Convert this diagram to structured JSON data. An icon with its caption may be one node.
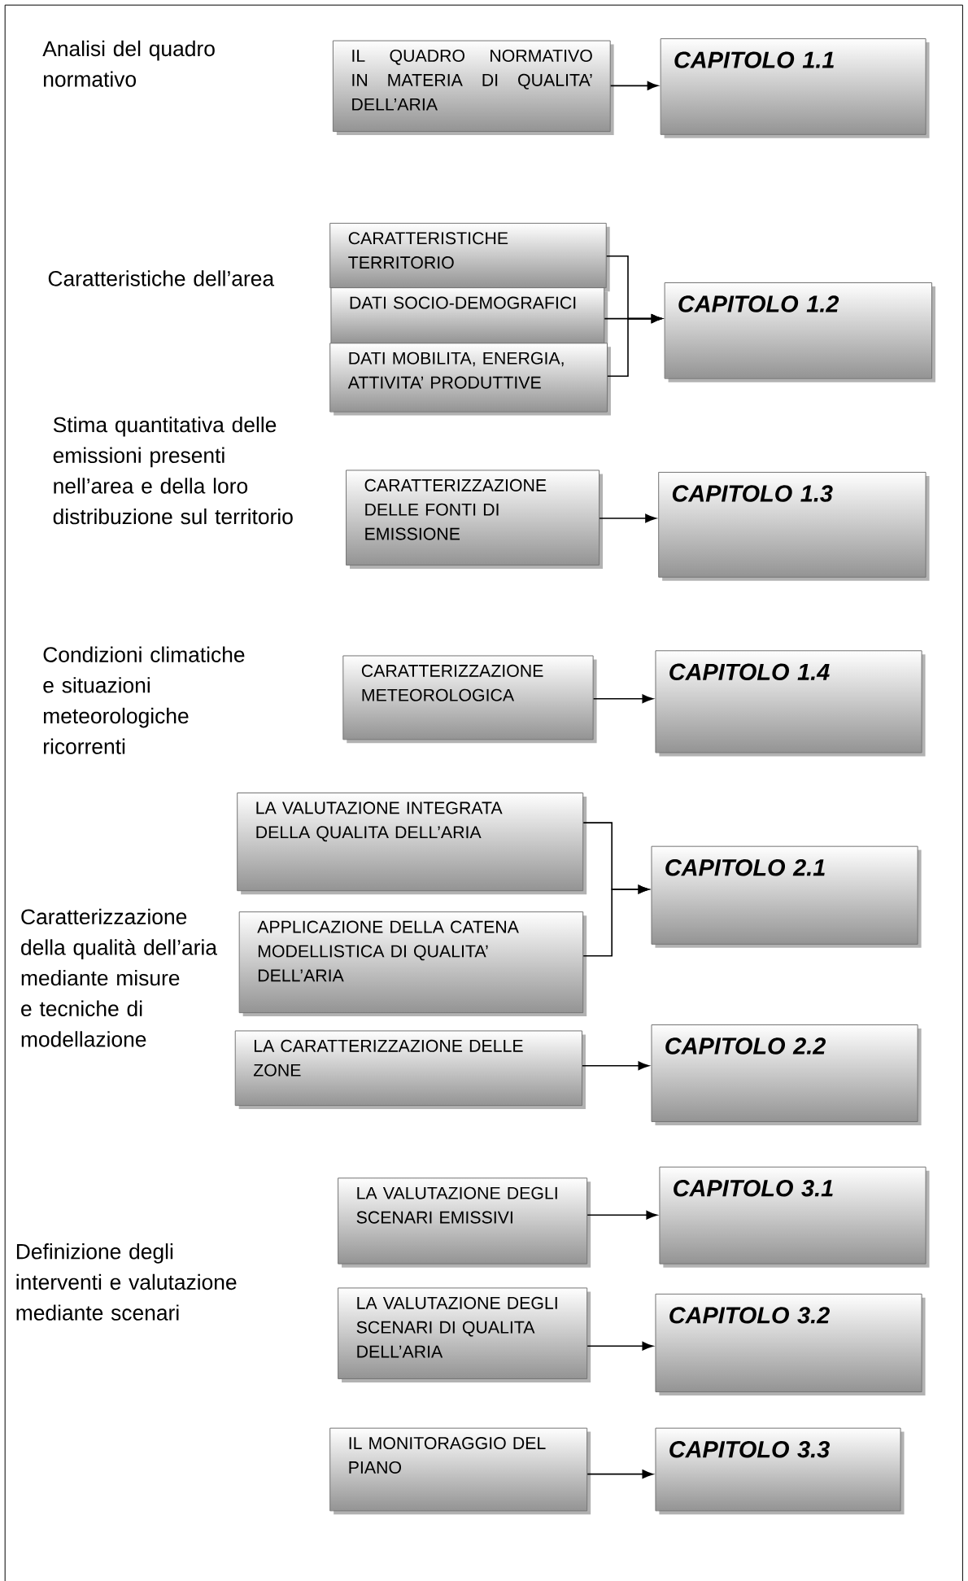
{
  "diagram": {
    "nodes": [
      {
        "text": [
          "IL QUADRO NORMATIVO IN MATERIA DI QUALITA’ DELL’ARIA"
        ]
      },
      {
        "text": [
          "CAPITOLO 1.1"
        ]
      },
      {
        "text": [
          "CARATTERISTICHE TERRITORIO"
        ]
      },
      {
        "text": [
          "DATI SOCIO-DEMOGRAFICI"
        ]
      },
      {
        "text": [
          "DATI MOBILITA, ENERGIA, ATTIVITA’ PRODUTTIVE"
        ]
      },
      {
        "text": [
          "CAPITOLO 1.2"
        ]
      },
      {
        "text": [
          "CARATTERIZZAZIONE DELLE FONTI DI EMISSIONE"
        ]
      },
      {
        "text": [
          "CAPITOLO 1.3"
        ]
      },
      {
        "text": [
          "CARATTERIZZAZIONE METEOROLOGICA"
        ]
      },
      {
        "text": [
          "CAPITOLO 1.4"
        ]
      },
      {
        "text": [
          "LA VALUTAZIONE INTEGRATA DELLA QUALITA DELL’ARIA"
        ]
      },
      {
        "text": [
          "APPLICAZIONE DELLA CATENA MODELLISTICA DI QUALITA’ DELL’ARIA"
        ]
      },
      {
        "text": [
          "CAPITOLO 2.1"
        ]
      },
      {
        "text": [
          "LA CARATTERIZZAZIONE DELLE ZONE"
        ]
      },
      {
        "text": [
          "CAPITOLO 2.2"
        ]
      },
      {
        "text": [
          "LA VALUTAZIONE DEGLI SCENARI EMISSIVI"
        ]
      },
      {
        "text": [
          "CAPITOLO 3.1"
        ]
      },
      {
        "text": [
          "LA VALUTAZIONE DEGLI SCENARI DI QUALITA DELL’ARIA"
        ]
      },
      {
        "text": [
          "CAPITOLO 3.2"
        ]
      },
      {
        "text": [
          "IL MONITORAGGIO DEL PIANO"
        ]
      },
      {
        "text": [
          "CAPITOLO 3.3"
        ]
      }
    ],
    "edges": [
      {
        "from": 0,
        "to": 1,
        "arrow": "to"
      },
      {
        "from": 2,
        "to": 5,
        "arrow": "to"
      },
      {
        "from": 3,
        "to": 5,
        "arrow": "to"
      },
      {
        "from": 4,
        "to": 5,
        "arrow": "to"
      },
      {
        "from": 6,
        "to": 7,
        "arrow": "to"
      },
      {
        "from": 8,
        "to": 9,
        "arrow": "to"
      },
      {
        "from": 10,
        "to": 12,
        "arrow": "to"
      },
      {
        "from": 11,
        "to": 12,
        "arrow": "to"
      },
      {
        "from": 13,
        "to": 14,
        "arrow": "to"
      },
      {
        "from": 15,
        "to": 16,
        "arrow": "to"
      },
      {
        "from": 17,
        "to": 18,
        "arrow": "to"
      },
      {
        "from": 19,
        "to": 20,
        "arrow": "to"
      }
    ],
    "labels": [
      "Analisi del quadro normativo",
      "Caratteristiche dell’area",
      "Stima quantitativa delle emissioni presenti nell’area e della loro distribuzione sul territorio",
      "Condizioni climatiche e situazioni meteorologiche ricorrenti",
      "Caratterizzazione della qualità dell’aria mediante misure e tecniche di modellazione",
      "Definizione degli interventi e valutazione mediante scenari"
    ]
  }
}
